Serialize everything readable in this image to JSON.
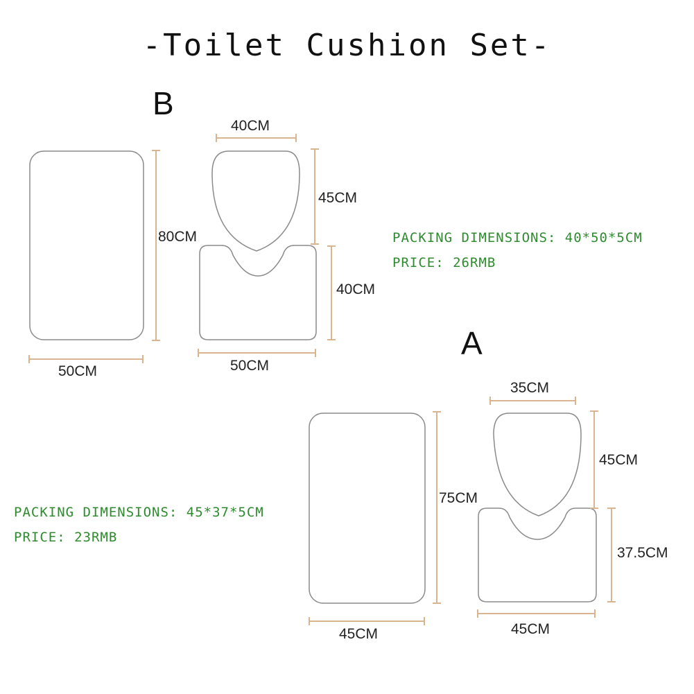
{
  "title": "-Toilet Cushion Set-",
  "set_b": {
    "letter": "B",
    "bath_mat_height": "80CM",
    "bath_mat_width": "50CM",
    "lid_cover_width": "40CM",
    "lid_cover_height": "45CM",
    "contour_mat_height": "40CM",
    "contour_mat_width": "50CM",
    "packing": "PACKING DIMENSIONS: 40*50*5CM",
    "price": "PRICE: 26RMB"
  },
  "set_a": {
    "letter": "A",
    "bath_mat_height": "75CM",
    "bath_mat_width": "45CM",
    "lid_cover_width": "35CM",
    "lid_cover_height": "45CM",
    "contour_mat_height": "37.5CM",
    "contour_mat_width": "45CM",
    "packing": "PACKING DIMENSIONS: 45*37*5CM",
    "price": "PRICE: 23RMB"
  },
  "colors": {
    "outline": "#8a8a8a",
    "dimension_line": "#d9b48f",
    "info_text": "#2e8b2e"
  }
}
